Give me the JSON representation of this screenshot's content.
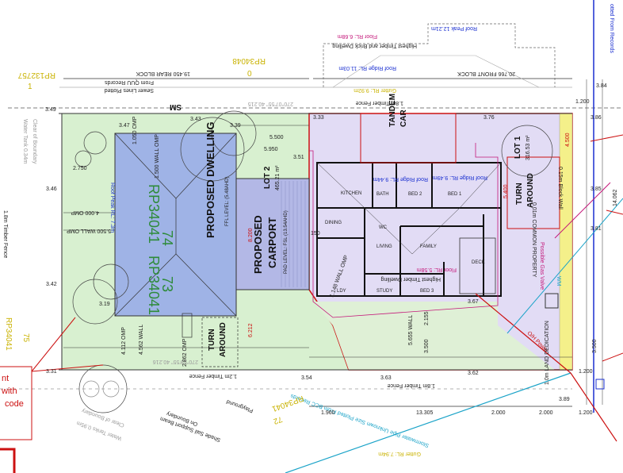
{
  "lots": {
    "lot2_label": "LOT 2",
    "lot2_area": "465.21 m²",
    "lot1_label": "LOT 1",
    "lot1_area": "316.53 m²"
  },
  "plan_refs": {
    "rp_74": "RP34041",
    "rp_73": "RP34041",
    "rp_left_top": "RP132757",
    "rp_top": "RP34048",
    "rp_left_bottom": "RP34041",
    "rp_bottom": "RP34041",
    "lot_74": "74",
    "lot_73": "73",
    "lot_75": "75",
    "lot_72": "72",
    "lot_1_top": "1",
    "lot_0_top": "0"
  },
  "buildings": {
    "dwelling_line1": "PROPOSED DWELLING",
    "dwelling_ffl": "FFL LEVEL: (5.48AHD)",
    "carport_line1": "PROPOSED",
    "carport_line2": "CARPORT",
    "carport_fsl": "PAD LEVEL: FSL (13.54AHD)",
    "tandem_line1": "TANDEM",
    "tandem_line2": "CAR",
    "turn_around_left_1": "TURN",
    "turn_around_left_2": "AROUND",
    "turn_around_right_1": "TURN",
    "turn_around_right_2": "AROUND"
  },
  "rooms": {
    "bath": "BATH",
    "bed2": "BED 2",
    "bed1": "BED 1",
    "living": "LIVING",
    "family": "FAMILY",
    "study": "STUDY",
    "bed3": "BED 3",
    "deck": "DECK",
    "dining": "DINING",
    "kitchen": "KITCHEN",
    "laundry": "LDY",
    "wc": "WC"
  },
  "levels": {
    "roof_peak_top": "Roof Peak 12.21m",
    "floor_rl_top": "Floor RL: 6.68m",
    "highest_timber_brick": "Highest Timber and Brick Dwelling",
    "roof_ridge_top": "Roof Ridge RL: 11.03m",
    "gutter_top": "Gutter RL: 9.92m",
    "roof_ridge_mid": "Roof Ridge RL: 9.44m",
    "roof_ridge_lot2": "Roof Ridge RL: 9.49m",
    "roof_peak_left": "Roof Peak RL: 7.3m",
    "highest_timber_dwelling": "Highest Timber Dwelling",
    "floor_rl_mid": "Floor RL: 5.58m",
    "gutter_bottom": "Gutter RL: 7.94m"
  },
  "boundaries": {
    "rear_block": "19.450 REAR BLOCK",
    "front_block": "20.766 FRONT BLOCK",
    "sewer_lines": "Sewer Lines Plotted",
    "from_qu_records": "From QUU Records",
    "sm": "SM",
    "bearing_top": "270°07'55\" 40.215",
    "bearing_bottom": "270°09'55\" 40.216",
    "timber_fence_top": "1.8m Timber Fence",
    "timber_fence_left": "1.8m Timber Fence",
    "timber_fence_bottom_left": "1.2m Timber Fence",
    "timber_fence_bottom_right": "1.8m Timber Fence",
    "wall_omp_left": "5.500 WALL OMP",
    "omp_left": "4.000 OMP",
    "omp_top": "1.050 OMP",
    "omp_top2": "1.500 WALL OMP",
    "wall_bottom": "4.562 WALL",
    "omp_bottom": "4.112 OMP",
    "omp_bottom2": "2.862 OMP",
    "wall_right_mid": "1.148 WALL OMP",
    "wall_5655": "5.655 WALL",
    "water_tank_top": "Water Tank 0.34m",
    "clear_boundary_top": "Clear of Boundary",
    "water_tank_bottom": "Water Tanks 0.95m",
    "clear_boundary_bottom": "Clear of Boundary",
    "shade_sail": "Shade Sail Support Beam",
    "on_boundary": "On Boundary",
    "playground": "Playground",
    "stormwater": "Stormwater Pipe Unknown Size Plotted From BCC Records",
    "common_property": "0.01m COMMON PROPERTY",
    "gas_valve": "Possible Gas Valve",
    "oh_power": "O/H Power",
    "wm": "WM",
    "land_dedication": "1.0m LAND DEDICATION",
    "ted_from_records": "otted From Records",
    "metal_block_wall": "0.15m Block Wall",
    "wall_note_left": "with",
    "note_code": "code",
    "note_nt": "nt"
  },
  "dims": {
    "d1200_top": "1.200",
    "d3_84": "3.84",
    "d3_49": "3.49",
    "d3_47": "3.47",
    "d3_43": "3.43",
    "d3_46": "3.46",
    "d3_42": "3.42",
    "d3_31": "3.31",
    "d3_39": "3.39",
    "d3_89": "3.89",
    "d3_76": "3.76",
    "d3_85": "3.85",
    "d3_81": "3.81",
    "d3_86": "3.86",
    "d3_62": "3.62",
    "d3_63": "3.63",
    "d3_54": "3.54",
    "d3_67": "3.67",
    "d3_51": "3.51",
    "d3_33": "3.33",
    "d3_19": "3.19",
    "d2750": "2.750",
    "d5500": "5.500",
    "d5950": "5.950",
    "d5400": "5.400",
    "d4500": "4.500",
    "d14062": "14.062",
    "d8200": "8.200",
    "d6212": "6.212",
    "d2155": "2.155",
    "d3500a": "3.500",
    "d3500b": "3.500",
    "d1960": "1.960",
    "d13305": "13.305",
    "d2000a": "2.000",
    "d2000b": "2.000",
    "d1200_bottom": "1.200",
    "d1200_right": "1.200",
    "d150": "150"
  }
}
